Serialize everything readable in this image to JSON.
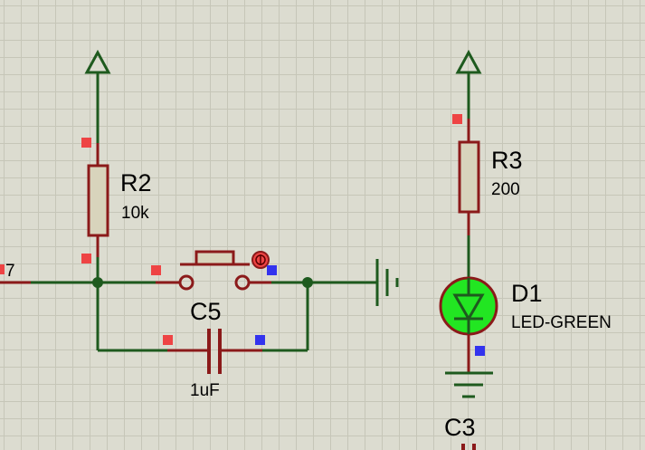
{
  "components": {
    "r2": {
      "ref": "R2",
      "value": "10k"
    },
    "r3": {
      "ref": "R3",
      "value": "200"
    },
    "c5": {
      "ref": "C5",
      "value": "1uF"
    },
    "d1": {
      "ref": "D1",
      "value": "LED-GREEN"
    },
    "c3": {
      "ref": "C3"
    }
  },
  "net_label_fragment": "7",
  "colors": {
    "wire": "#1e5a1e",
    "pin": "#8b1a1a",
    "resistor_fill": "#d8d4bc",
    "led_fill": "#22e622",
    "pin_marker_red": "#ee4444",
    "pin_marker_blue": "#3333ee",
    "grid": "#c6c6b8",
    "background": "#dcdcd0"
  }
}
